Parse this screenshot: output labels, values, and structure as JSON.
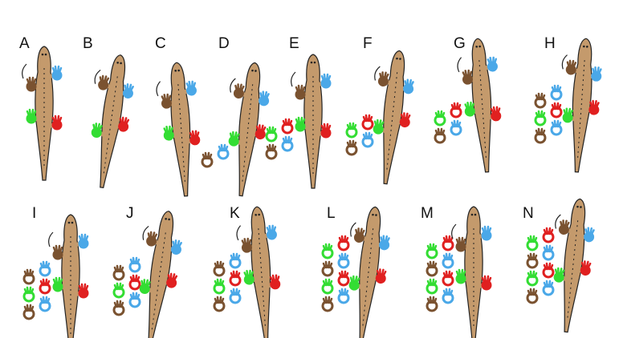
{
  "panels": [
    {
      "label": "A"
    },
    {
      "label": "B"
    },
    {
      "label": "C"
    },
    {
      "label": "D"
    },
    {
      "label": "E"
    },
    {
      "label": "F"
    },
    {
      "label": "G"
    },
    {
      "label": "H"
    },
    {
      "label": "I"
    },
    {
      "label": "J"
    },
    {
      "label": "K"
    },
    {
      "label": "L"
    },
    {
      "label": "M"
    },
    {
      "label": "N"
    }
  ],
  "colors": {
    "body": "#c49a6c",
    "outline": "#222222",
    "brown_limb": "#7a5230",
    "blue_limb": "#4aa8e8",
    "red_limb": "#e02020",
    "green_limb": "#33dd33"
  },
  "footprint_icons": [
    "brown-footprint-icon",
    "blue-footprint-icon",
    "green-footprint-icon",
    "red-footprint-icon"
  ]
}
